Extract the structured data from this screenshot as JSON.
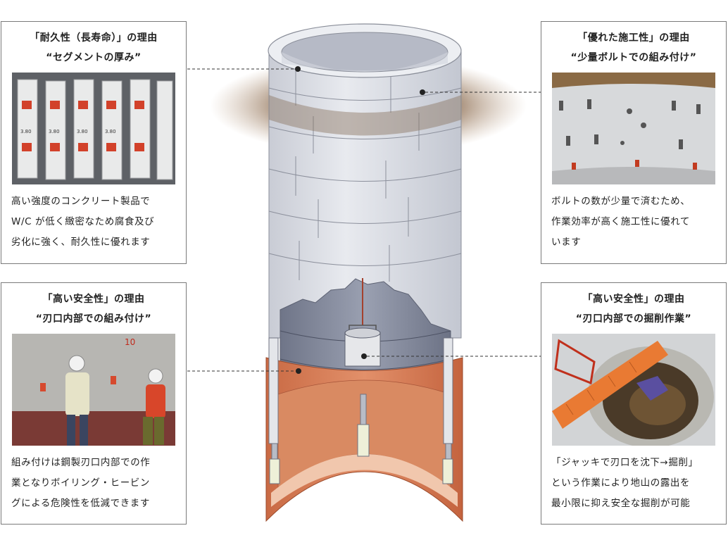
{
  "panels": [
    {
      "title": "「耐久性（長寿命）」の理由",
      "subtitle": "“セグメントの厚み”",
      "body": "高い強度のコンクリート製品で\nW/C が低く緻密なため腐食及び\n劣化に強く、耐久性に優れます",
      "photo_marks": [
        "3.80",
        "3.80",
        "3.80",
        "3.80"
      ]
    },
    {
      "title": "「優れた施工性」の理由",
      "subtitle": "“少量ボルトでの組み付け”",
      "body": "ボルトの数が少量で済むため、\n作業効率が高く施工性に優れて\nいます"
    },
    {
      "title": "「高い安全性」の理由",
      "subtitle": "“刃口内部での組み付け”",
      "body": "組み付けは鋼製刃口内部での作\n業となりボイリング・ヒービン\nグによる危険性を低減できます",
      "photo_marks": [
        "10"
      ]
    },
    {
      "title": "「高い安全性」の理由",
      "subtitle": "“刃口内部での掘削作業”",
      "body": "「ジャッキで刃口を沈下→掘削」\nという作業により地山の露出を\n最小限に抑え安全な掘削が可能"
    }
  ],
  "colors": {
    "concrete": "#dcdfe6",
    "concrete_dark": "#aeb3bf",
    "interior": "#7e8496",
    "steel_edge": "#cf7450",
    "steel_inner": "#e0a37f",
    "soil": "#7a5a3a",
    "leader": "#333333"
  }
}
